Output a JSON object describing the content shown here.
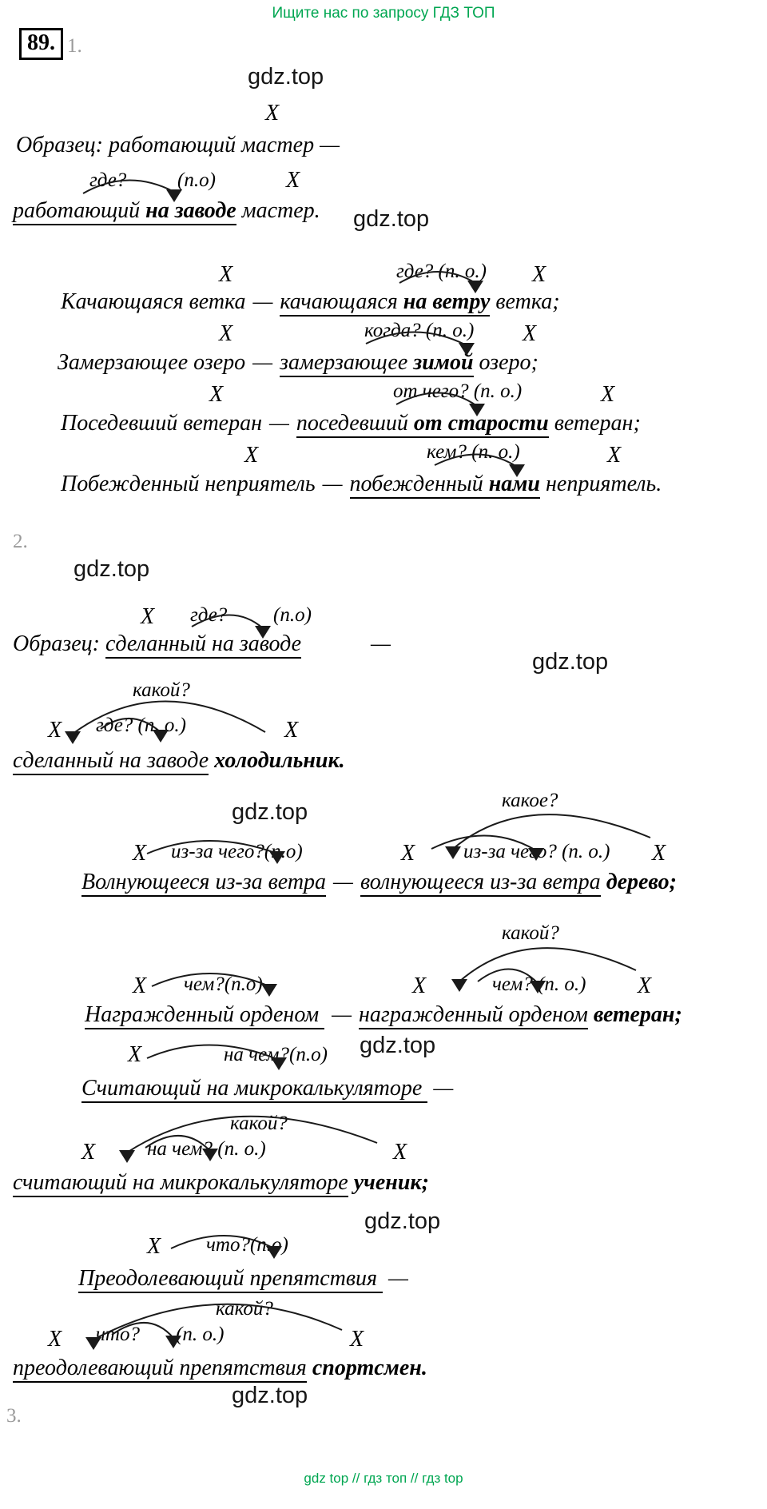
{
  "meta": {
    "promo_top": "Ищите нас по запросу ГДЗ ТОП",
    "promo_bottom": "gdz top // гдз топ // гдз top",
    "watermark": "gdz.top",
    "green": "#00a651"
  },
  "labels": {
    "exercise": "89.",
    "part1": "1.",
    "part2": "2.",
    "part3": "3.",
    "x": "X",
    "dash": "—"
  },
  "s1": {
    "sample": {
      "prefix": "Образец:",
      "base": "работающий мастер —",
      "q": "где?",
      "po": "(п.о)",
      "pre": "работающий ",
      "bold": "на заводе",
      "post": " мастер."
    },
    "rows": [
      {
        "q": "где? (п. о.)",
        "left": "Качающаяся ветка",
        "pre": "качающаяся ",
        "bold": "на ветру",
        "post": " ветка;"
      },
      {
        "q": "когда? (п. о.)",
        "left": "Замерзающее озеро",
        "pre": "замерзающее ",
        "bold": "зимой",
        "post": " озеро;"
      },
      {
        "q": "от чего? (п. о.)",
        "left": "Поседевший ветеран",
        "pre": "поседевший ",
        "bold": "от старости",
        "post": " ветеран;"
      },
      {
        "q": "кем? (п. о.)",
        "left": "Побежденный неприятель",
        "pre": "побежденный ",
        "bold": "нами",
        "post": " неприятель."
      }
    ]
  },
  "s2": {
    "sample": {
      "prefix": "Образец:",
      "underlined": "сделанный на заводе",
      "q": "где?",
      "po": "(п.о)"
    },
    "fridge": {
      "q_top": "какой?",
      "q": "где? (п. о.)",
      "underlined": "сделанный на заводе",
      "bold": "холодильник."
    },
    "tree": {
      "q_top": "какое?",
      "q_left": "из-за чего?(п.о)",
      "q_right": "из-за чего? (п. о.)",
      "left": "Волнующееся из-за ветра",
      "right": "волнующееся из-за ветра",
      "bold": "дерево;"
    },
    "veteran": {
      "q_top": "какой?",
      "q_left": "чем?(п.о)",
      "q_right": "чем? (п. о.)",
      "left": "Награжденный орденом ",
      "right": "награжденный орденом",
      "bold": "ветеран;"
    },
    "pupil": {
      "q1": "на чем?(п.о)",
      "line1": "Считающий на микрокалькуляторе ",
      "q_top": "какой?",
      "q2": "на чем? (п. о.)",
      "line2": "считающий на микрокалькуляторе",
      "bold": "ученик;"
    },
    "athlete": {
      "q1": "что?(п.о)",
      "line1": "Преодолевающий препятствия ",
      "q_top": "какой?",
      "q2": "что?",
      "q2po": "(п. о.)",
      "line2": "преодолевающий препятствия",
      "bold": "спортсмен."
    }
  }
}
